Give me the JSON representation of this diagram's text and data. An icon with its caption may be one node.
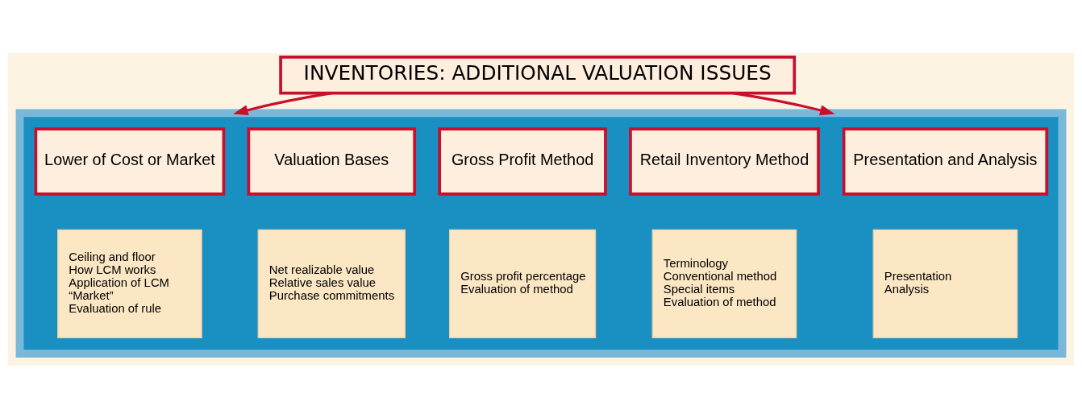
{
  "diagram": {
    "nodes": [
      {
        "text": [
          "INVENTORIES: ADDITIONAL VALUATION ISSUES"
        ]
      },
      {
        "text": [],
        "shape": "band"
      },
      {
        "text": [
          "Lower of Cost or Market"
        ],
        "in": 1
      },
      {
        "text": [
          "Valuation Bases"
        ],
        "in": 1
      },
      {
        "text": [
          "Gross Profit Method"
        ],
        "in": 1
      },
      {
        "text": [
          "Retail Inventory Method"
        ],
        "in": 1
      },
      {
        "text": [
          "Presentation and Analysis"
        ],
        "in": 1
      },
      {
        "text": [
          "Ceiling and floor",
          "How LCM works",
          "Application of LCM",
          "“Market”",
          "Evaluation of rule"
        ],
        "in": 1
      },
      {
        "text": [
          "Net realizable value",
          "Relative sales value",
          "Purchase commitments"
        ],
        "in": 1
      },
      {
        "text": [
          "Gross profit percentage",
          "Evaluation of method"
        ],
        "in": 1
      },
      {
        "text": [
          "Terminology",
          "Conventional method",
          "Special items",
          "Evaluation of method"
        ],
        "in": 1
      },
      {
        "text": [
          "Presentation",
          "Analysis"
        ],
        "in": 1
      }
    ],
    "edges": [
      {
        "from": 0,
        "to": 1,
        "arrow": "to"
      },
      {
        "from": 0,
        "to": 1,
        "arrow": "to"
      }
    ]
  }
}
